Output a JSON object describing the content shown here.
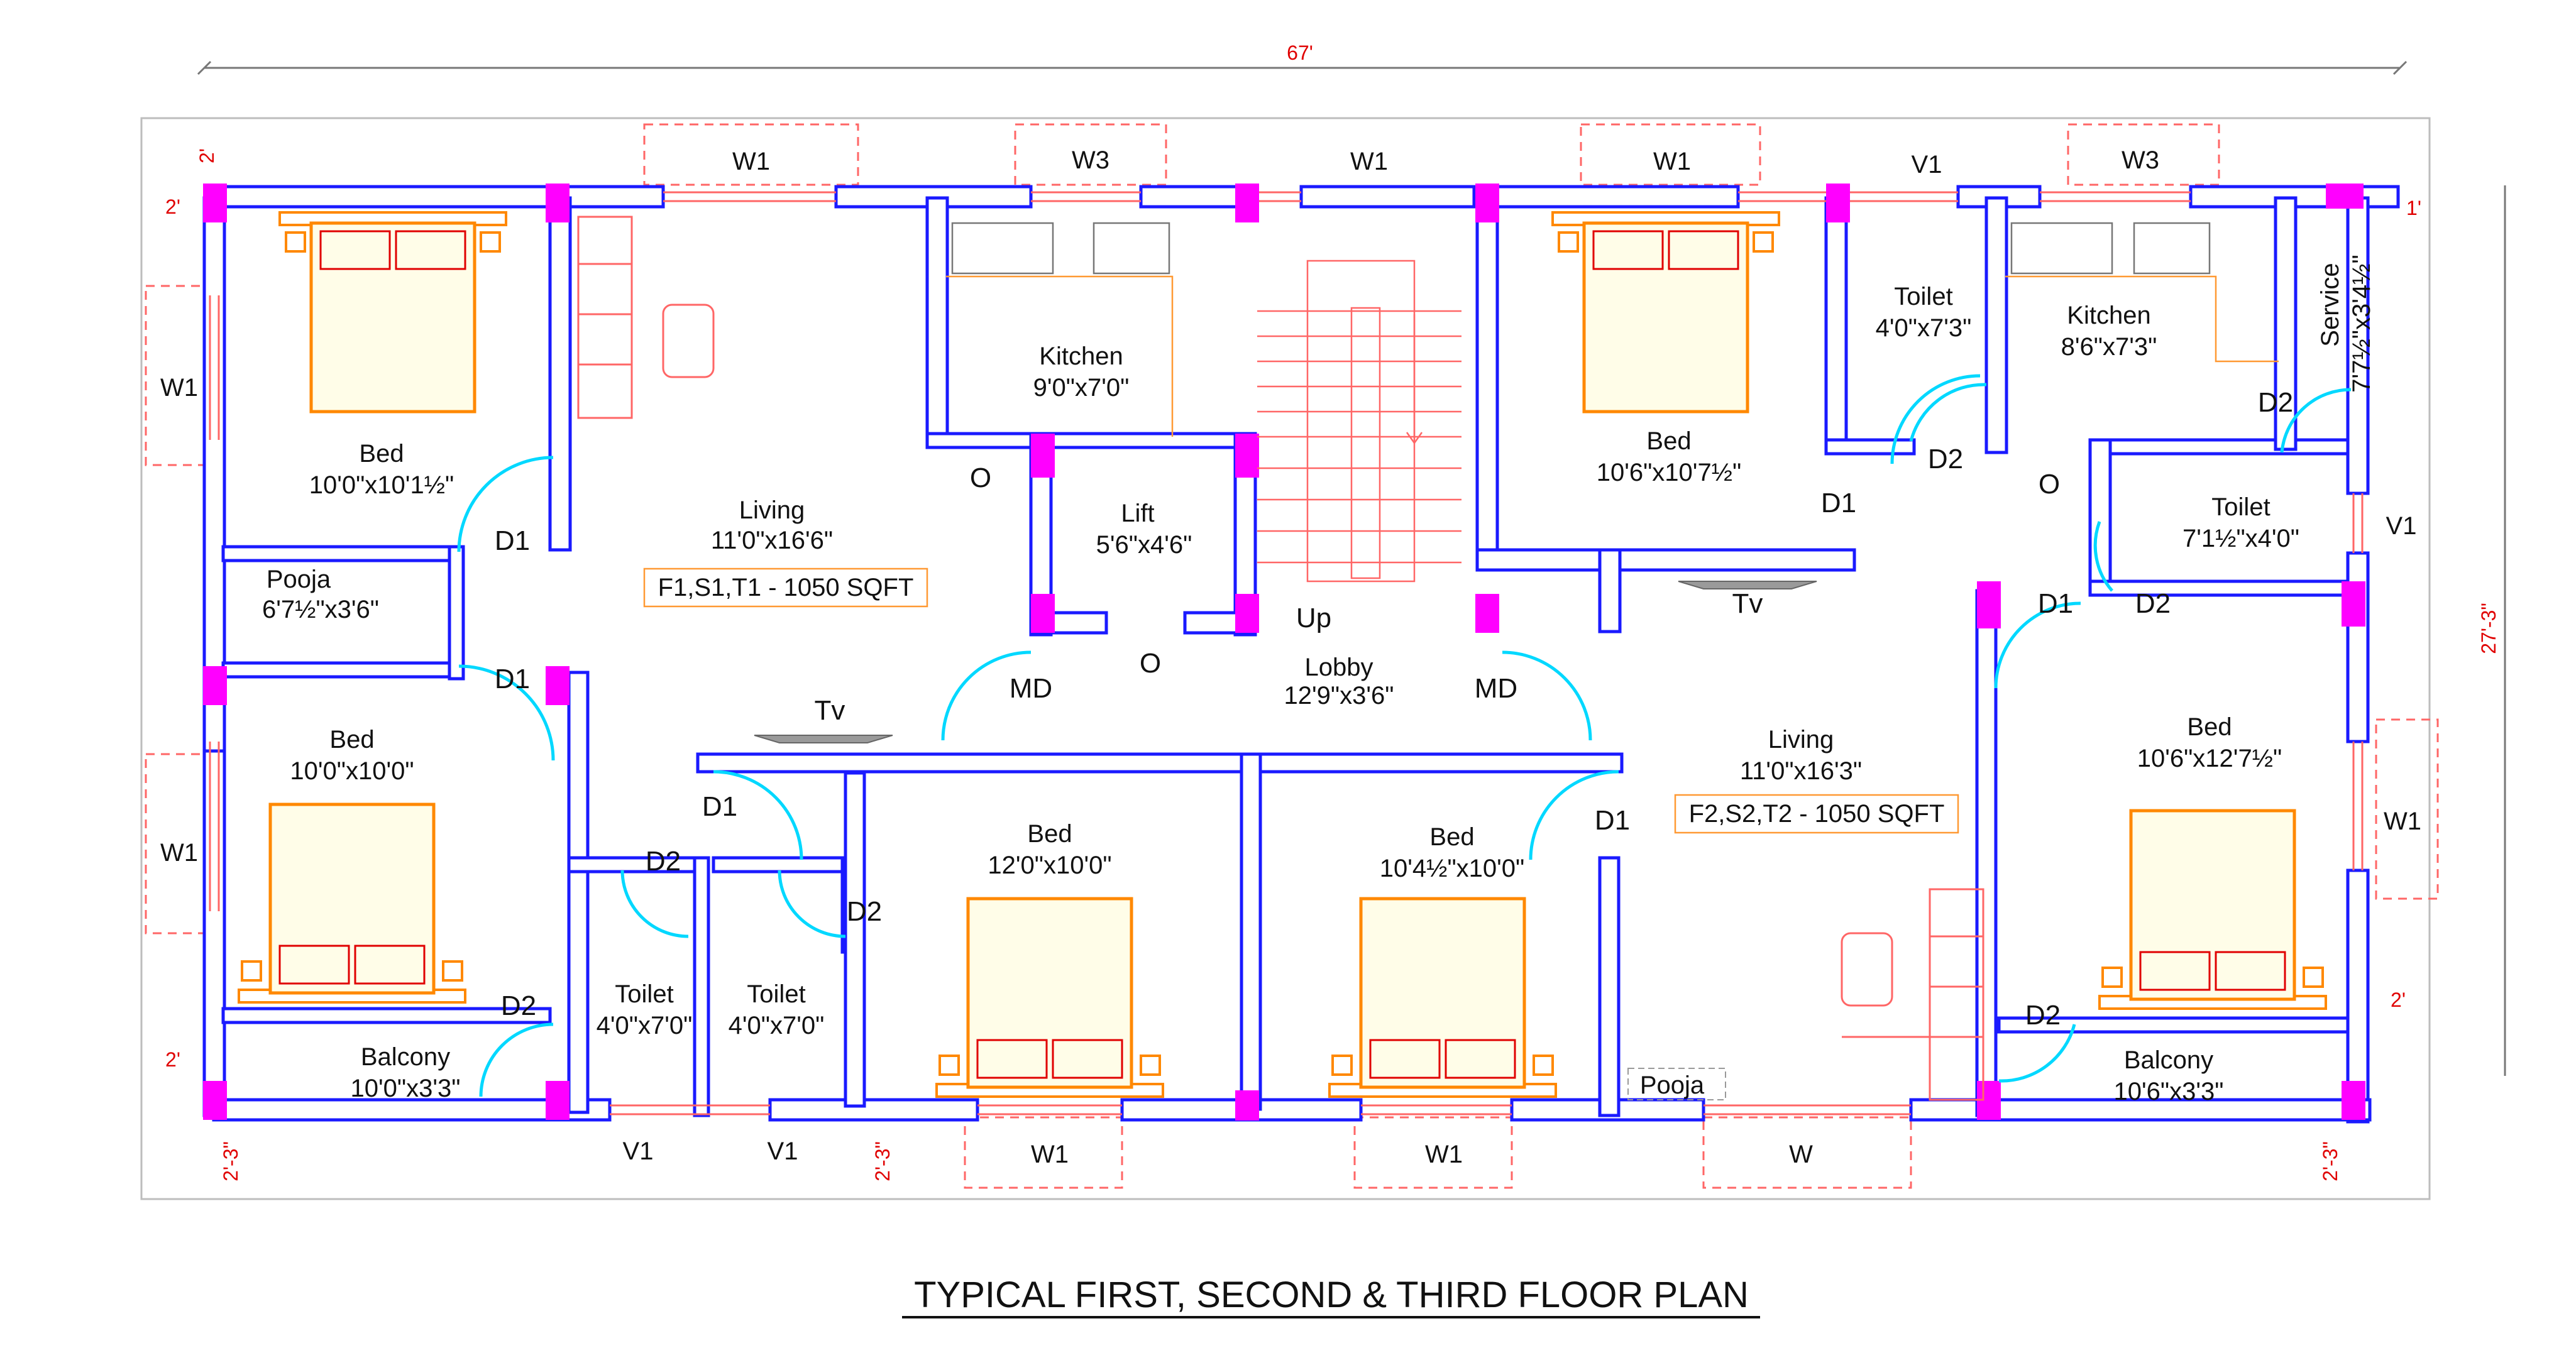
{
  "colors": {
    "wall": "#1a1aff",
    "column": "#ff00ff",
    "door_arc": "#00d8ff",
    "furniture": "#ff8800",
    "bed_pattern": "#e0e000",
    "pillow": "#e00000",
    "dimension": "#e00000",
    "window": "#ff8080",
    "text": "#111111"
  },
  "title": "TYPICAL FIRST, SECOND & THIRD FLOOR PLAN",
  "overall_dims": {
    "width": "67'",
    "depth": "27'-3\""
  },
  "edge_dims": {
    "top_left_a": "2'",
    "top_left_b": "2'",
    "top_right": "1'",
    "bottom_left": "2'",
    "right_lower": "2'",
    "offset_1": "2'-3\"",
    "offset_2": "2'-3\"",
    "offset_3": "2'-3\""
  },
  "flat_areas": {
    "left": "F1,S1,T1 - 1050 SQFT",
    "right": "F2,S2,T2 - 1050 SQFT"
  },
  "rooms": {
    "bed_tl": {
      "name": "Bed",
      "size": "10'0\"x10'1½\""
    },
    "pooja_l": {
      "name": "Pooja",
      "size": "6'7½\"x3'6\""
    },
    "bed_l": {
      "name": "Bed",
      "size": "10'0\"x10'0\""
    },
    "balcony_l": {
      "name": "Balcony",
      "size": "10'0\"x3'3\""
    },
    "living_l": {
      "name": "Living",
      "size": "11'0\"x16'6\""
    },
    "kitchen_l": {
      "name": "Kitchen",
      "size": "9'0\"x7'0\""
    },
    "lift": {
      "name": "Lift",
      "size": "5'6\"x4'6\""
    },
    "lobby": {
      "name": "Lobby",
      "size": "12'9\"x3'6\""
    },
    "toilet_l1": {
      "name": "Toilet",
      "size": "4'0\"x7'0\""
    },
    "toilet_l2": {
      "name": "Toilet",
      "size": "4'0\"x7'0\""
    },
    "bed_cl": {
      "name": "Bed",
      "size": "12'0\"x10'0\""
    },
    "bed_cr": {
      "name": "Bed",
      "size": "10'4½\"x10'0\""
    },
    "bed_tr": {
      "name": "Bed",
      "size": "10'6\"x10'7½\""
    },
    "toilet_tr": {
      "name": "Toilet",
      "size": "4'0\"x7'3\""
    },
    "kitchen_r": {
      "name": "Kitchen",
      "size": "8'6\"x7'3\""
    },
    "service": {
      "name": "Service",
      "size": "7'7½\"x3'4½\""
    },
    "toilet_r": {
      "name": "Toilet",
      "size": "7'1½\"x4'0\""
    },
    "living_r": {
      "name": "Living",
      "size": "11'0\"x16'3\""
    },
    "bed_r": {
      "name": "Bed",
      "size": "10'6\"x12'7½\""
    },
    "balcony_r": {
      "name": "Balcony",
      "size": "10'6\"x3'3\""
    },
    "pooja_r": {
      "name": "Pooja"
    }
  },
  "labels": {
    "w1": "W1",
    "w3": "W3",
    "w": "W",
    "v1": "V1",
    "d1": "D1",
    "d2": "D2",
    "md": "MD",
    "o": "O",
    "tv": "Tv",
    "up": "Up"
  }
}
